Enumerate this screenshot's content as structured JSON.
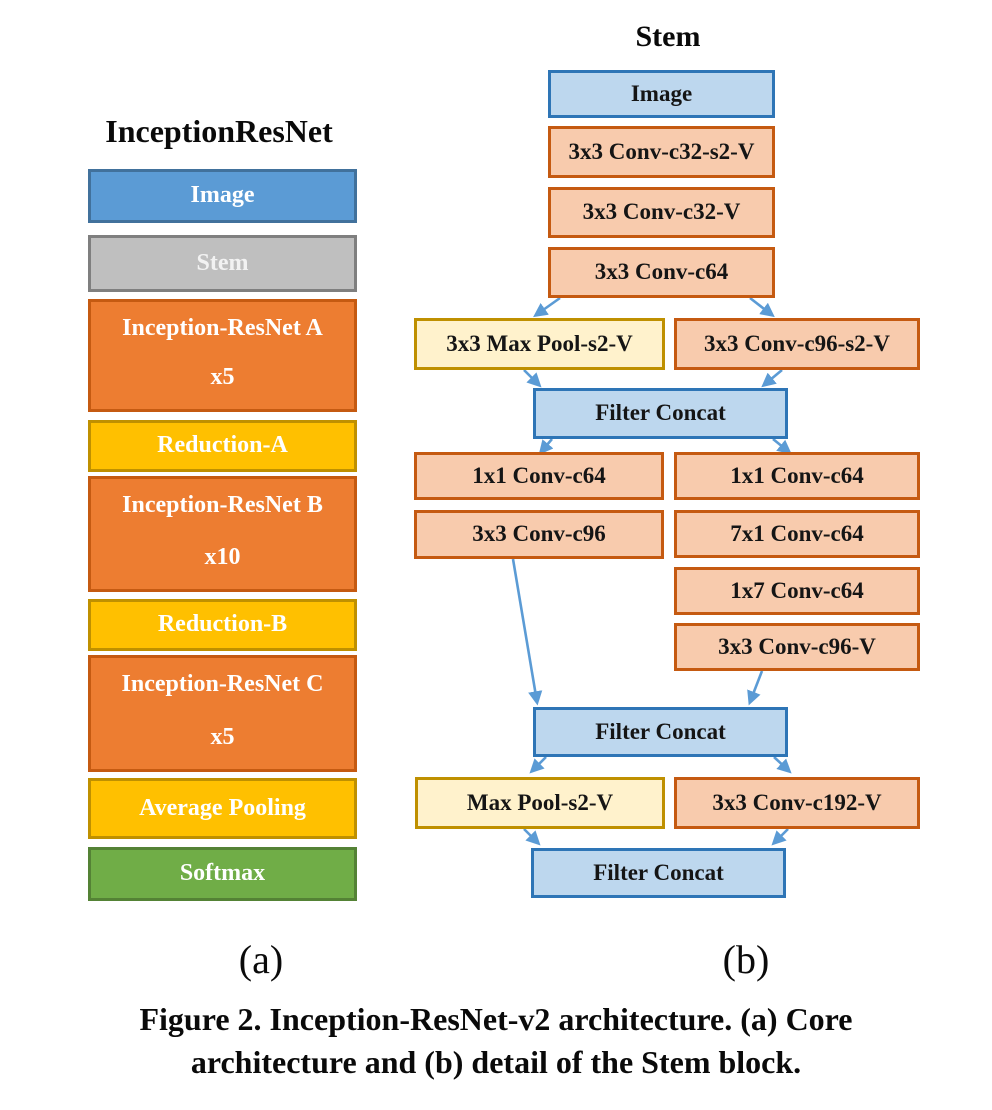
{
  "figure": {
    "caption_line1": "Figure 2.  Inception-ResNet-v2 architecture. (a) Core",
    "caption_line2": "architecture and (b) detail of the Stem block."
  },
  "panel_labels": {
    "a": "(a)",
    "b": "(b)"
  },
  "left_column": {
    "title": "InceptionResNet",
    "blocks": [
      {
        "label": "Image",
        "type": "blue"
      },
      {
        "label": "Stem",
        "type": "gray"
      },
      {
        "label": "Inception-ResNet A",
        "multiplier": "x5",
        "type": "orange"
      },
      {
        "label": "Reduction-A",
        "type": "gold"
      },
      {
        "label": "Inception-ResNet B",
        "multiplier": "x10",
        "type": "orange"
      },
      {
        "label": "Reduction-B",
        "type": "gold"
      },
      {
        "label": "Inception-ResNet C",
        "multiplier": "x5",
        "type": "orange"
      },
      {
        "label": "Average Pooling",
        "type": "gold"
      },
      {
        "label": "Softmax",
        "type": "green"
      }
    ]
  },
  "right_column": {
    "title": "Stem",
    "blocks": [
      {
        "label": "Image",
        "type": "lightblue"
      },
      {
        "label": "3x3 Conv-c32-s2-V",
        "type": "peach"
      },
      {
        "label": "3x3 Conv-c32-V",
        "type": "peach"
      },
      {
        "label": "3x3 Conv-c64",
        "type": "peach"
      },
      {
        "label": "3x3 Max Pool-s2-V",
        "type": "lightyellow"
      },
      {
        "label": "3x3 Conv-c96-s2-V",
        "type": "peach"
      },
      {
        "label": "Filter Concat",
        "type": "lightblue"
      },
      {
        "label": "1x1 Conv-c64",
        "type": "peach"
      },
      {
        "label": "1x1 Conv-c64",
        "type": "peach"
      },
      {
        "label": "3x3 Conv-c96",
        "type": "peach"
      },
      {
        "label": "7x1 Conv-c64",
        "type": "peach"
      },
      {
        "label": "1x7 Conv-c64",
        "type": "peach"
      },
      {
        "label": "3x3 Conv-c96-V",
        "type": "peach"
      },
      {
        "label": "Filter Concat",
        "type": "lightblue"
      },
      {
        "label": "Max Pool-s2-V",
        "type": "lightyellow"
      },
      {
        "label": "3x3 Conv-c192-V",
        "type": "peach"
      },
      {
        "label": "Filter Concat",
        "type": "lightblue"
      }
    ]
  },
  "colors": {
    "blue_fill": "#5B9BD5",
    "blue_border": "#41719C",
    "gray_fill": "#BFBFBF",
    "gray_border": "#7F7F7F",
    "orange_fill": "#ED7D31",
    "orange_border": "#C55A11",
    "gold_fill": "#FFC000",
    "gold_border": "#BF9000",
    "green_fill": "#70AD47",
    "green_border": "#548235",
    "light_blue_fill": "#BDD7EE",
    "light_blue_border": "#2E75B6",
    "peach_fill": "#F8CBAD",
    "peach_border": "#C55A11",
    "light_yellow_fill": "#FFF2CC",
    "light_yellow_border": "#BF9000",
    "arrow": "#5B9BD5"
  }
}
